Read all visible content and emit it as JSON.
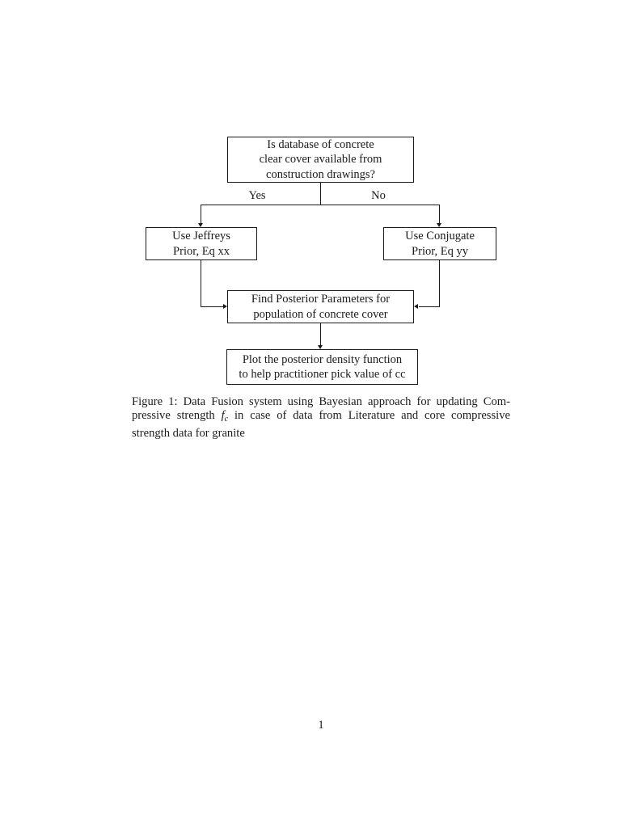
{
  "document": {
    "type": "latex-paper-page",
    "page_number": "1"
  },
  "colors": {
    "background": "#ffffff",
    "text": "#1b1b1b",
    "box_border": "#1b1b1b",
    "connector": "#1b1b1b"
  },
  "flowchart": {
    "nodes": {
      "decision": {
        "lines": [
          "Is database of concrete",
          "clear cover available from",
          "construction drawings?"
        ]
      },
      "jeffreys": {
        "lines": [
          "Use Jeffreys",
          "Prior, Eq xx"
        ]
      },
      "conjugate": {
        "lines": [
          "Use Conjugate",
          "Prior, Eq yy"
        ]
      },
      "posterior": {
        "lines": [
          "Find Posterior Parameters for",
          "population of concrete cover"
        ]
      },
      "plot": {
        "lines": [
          "Plot the posterior density function",
          "to help practitioner pick value of cc"
        ]
      }
    },
    "edges": [
      {
        "from": "decision",
        "to": "jeffreys",
        "label": "Yes"
      },
      {
        "from": "decision",
        "to": "conjugate",
        "label": "No"
      },
      {
        "from": "jeffreys",
        "to": "posterior",
        "label": ""
      },
      {
        "from": "conjugate",
        "to": "posterior",
        "label": ""
      },
      {
        "from": "posterior",
        "to": "plot",
        "label": ""
      }
    ]
  },
  "caption": {
    "line1": "Figure 1: Data Fusion system using Bayesian approach for updating Com-",
    "line2_pre": "pressive strength ",
    "math_f": "f",
    "math_sub": "c",
    "line2_post": " in case of data from Literature and core compressive",
    "line3": "strength data for granite"
  }
}
